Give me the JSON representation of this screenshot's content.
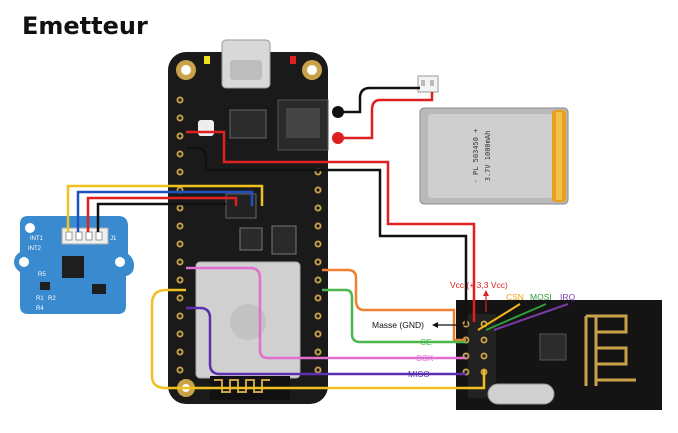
{
  "title": "Emetteur",
  "battery": {
    "text_line1": "- PL 503450 +",
    "text_line2": "3.7V 1000mAh"
  },
  "sensor": {
    "int1": "INT1",
    "int2": "INT2",
    "j1": "J1",
    "r5": "R5",
    "r1": "R1",
    "r2": "R2",
    "r4": "R4"
  },
  "labels": {
    "vcc": "Vcc (+ 3,3 Vcc)",
    "csn": "CSN",
    "mosi": "MOSI",
    "irq": "IRQ",
    "masse": "Masse (GND)",
    "ce": "CE",
    "sck": "SCK",
    "miso": "MISO"
  },
  "colors": {
    "gnd": "#111111",
    "vcc": "#e02020",
    "csn": "#f5b41a",
    "mosi": "#2f9e3a",
    "irq": "#7a3aa0",
    "ce": "#4bb84b",
    "sck": "#e070d0",
    "miso": "#5b2fb0",
    "sda_blue": "#2050c0",
    "scl_yellow": "#f0c020",
    "orange": "#f08030",
    "board": "#1a1a1a",
    "sensor": "#3a8ad0"
  }
}
